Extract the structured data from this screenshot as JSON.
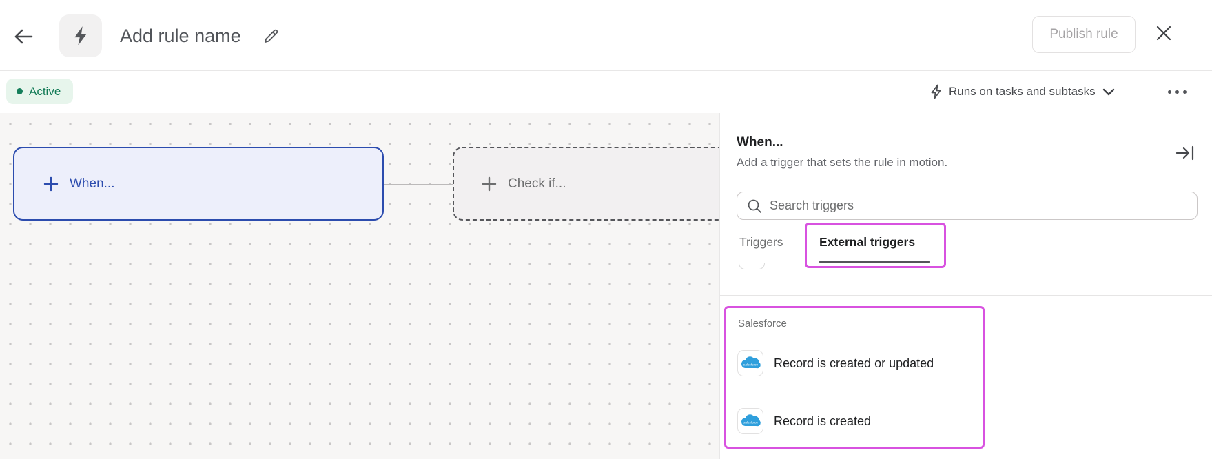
{
  "header": {
    "title": "Add rule name",
    "publish_label": "Publish rule"
  },
  "toolbar": {
    "status_label": "Active",
    "scope_label": "Runs on tasks and subtasks"
  },
  "canvas": {
    "when_label": "When...",
    "check_label": "Check if..."
  },
  "panel": {
    "heading": "When...",
    "subheading": "Add a trigger that sets the rule in motion.",
    "search_placeholder": "Search triggers",
    "tabs": [
      {
        "label": "Triggers",
        "active": false
      },
      {
        "label": "External triggers",
        "active": true
      }
    ],
    "section": {
      "title": "Salesforce",
      "items": [
        {
          "icon": "salesforce-icon",
          "label": "Record is created or updated"
        },
        {
          "icon": "salesforce-icon",
          "label": "Record is created"
        }
      ]
    }
  },
  "colors": {
    "accent_blue": "#2c4cae",
    "highlight_magenta": "#d852e0",
    "salesforce_blue": "#2f9fdc",
    "active_green": "#127a56",
    "active_badge_bg": "#e7f5ec"
  }
}
